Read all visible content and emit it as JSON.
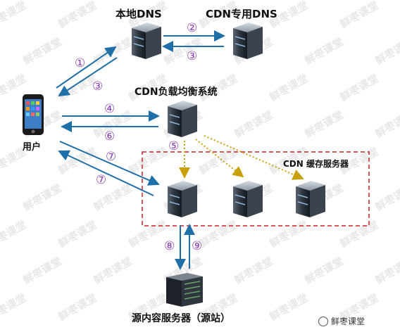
{
  "labels": {
    "local_dns": "本地DNS",
    "cdn_dns": "CDN专用DNS",
    "cdn_lb": "CDN负载均衡系统",
    "user": "用户",
    "cdn_cache": "CDN 缓存服务器",
    "origin": "源内容服务器（源站）"
  },
  "steps": [
    "①",
    "②",
    "③",
    "④",
    "⑤",
    "⑥",
    "⑦",
    "⑧",
    "⑨"
  ],
  "watermark": "鲜枣课堂",
  "brand": "鲜枣课堂",
  "colors": {
    "arrow": "#1f6fa8",
    "step": "#8a3fb0",
    "dotted": "#c8a10a",
    "dashed_box": "#d0202a"
  }
}
